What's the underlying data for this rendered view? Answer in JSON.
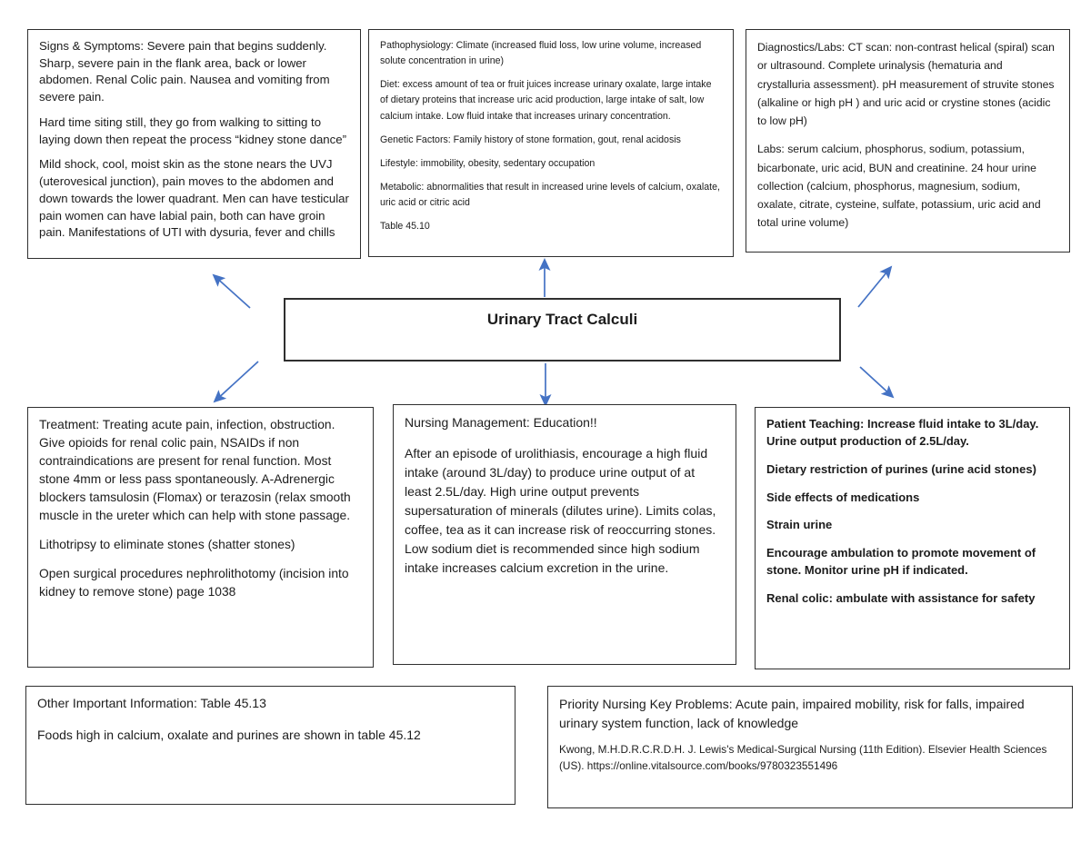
{
  "title": "Urinary Tract Calculi",
  "colors": {
    "arrow": "#4472c4",
    "border": "#2f2f2f",
    "background": "#ffffff"
  },
  "boxes": {
    "signs_symptoms": {
      "paragraphs": [
        "Signs & Symptoms: Severe pain that begins suddenly. Sharp, severe pain in the flank area, back or lower abdomen. Renal Colic pain. Nausea and vomiting from severe pain.",
        "Hard time siting still, they go from walking to sitting to laying down then repeat the process “kidney stone dance”",
        "Mild shock, cool, moist skin as the stone nears the UVJ (uterovesical junction), pain moves to the abdomen and down towards the lower quadrant. Men can have testicular pain women can have labial pain, both can have groin pain. Manifestations of UTI with dysuria, fever and chills"
      ]
    },
    "pathophysiology": {
      "paragraphs": [
        "Pathophysiology: Climate (increased fluid loss, low urine volume, increased solute concentration in urine)",
        "Diet: excess amount of tea or fruit juices increase urinary oxalate, large intake of dietary proteins that increase uric acid production, large intake of salt, low calcium intake. Low fluid intake that increases urinary concentration.",
        "Genetic Factors: Family history of stone formation, gout, renal acidosis",
        "Lifestyle: immobility, obesity, sedentary occupation",
        "Metabolic: abnormalities that result in increased urine levels of calcium, oxalate, uric acid or citric acid",
        "Table 45.10"
      ]
    },
    "diagnostics": {
      "paragraphs": [
        "Diagnostics/Labs: CT scan: non-contrast helical (spiral) scan or ultrasound.  Complete urinalysis (hematuria and crystalluria assessment).  pH measurement of struvite stones (alkaline or high pH ) and uric acid or crystine stones (acidic to low pH)",
        "Labs: serum calcium, phosphorus, sodium, potassium, bicarbonate, uric acid, BUN and creatinine. 24 hour urine collection (calcium, phosphorus, magnesium, sodium, oxalate, citrate, cysteine, sulfate, potassium, uric acid and total urine volume)"
      ]
    },
    "treatment": {
      "paragraphs": [
        "Treatment: Treating acute pain, infection, obstruction. Give opioids for renal colic pain, NSAIDs if non contraindications are present for renal function. Most stone 4mm or less pass spontaneously. A-Adrenergic blockers tamsulosin (Flomax) or terazosin (relax smooth muscle in the ureter which can help with stone passage.",
        "Lithotripsy to eliminate stones (shatter stones)",
        "Open surgical procedures nephrolithotomy (incision into kidney to remove stone) page 1038"
      ]
    },
    "nursing_management": {
      "paragraphs": [
        "Nursing Management: Education!!",
        "After an episode of urolithiasis, encourage a high fluid intake (around 3L/day) to produce urine output of at least 2.5L/day.  High urine output prevents supersaturation of minerals (dilutes urine). Limits colas, coffee, tea as it can increase risk of reoccurring stones. Low sodium diet is recommended since high sodium intake increases calcium excretion in the urine."
      ]
    },
    "patient_teaching": {
      "paragraphs": [
        "Patient Teaching: Increase fluid intake to 3L/day. Urine output production of 2.5L/day.",
        "Dietary restriction of purines (urine acid stones)",
        "Side effects of medications",
        "Strain urine",
        "Encourage ambulation to promote movement of stone. Monitor urine pH if indicated.",
        "Renal colic: ambulate with assistance for safety"
      ]
    },
    "other_info": {
      "paragraphs": [
        "Other Important Information: Table 45.13",
        "Foods high in calcium, oxalate and purines are shown in table 45.12"
      ]
    },
    "priority_problems": {
      "paragraphs": [
        "Priority Nursing Key Problems: Acute pain, impaired mobility, risk for falls, impaired urinary system function, lack of knowledge"
      ],
      "citation": "Kwong, M.H.D.R.C.R.D.H. J. Lewis's Medical-Surgical Nursing (11th Edition). Elsevier Health Sciences (US). https://online.vitalsource.com/books/9780323551496"
    }
  },
  "edges": [
    {
      "from": "urinary-tract-calculi",
      "to": "signs-symptoms"
    },
    {
      "from": "urinary-tract-calculi",
      "to": "pathophysiology"
    },
    {
      "from": "urinary-tract-calculi",
      "to": "diagnostics-labs"
    },
    {
      "from": "urinary-tract-calculi",
      "to": "treatment"
    },
    {
      "from": "urinary-tract-calculi",
      "to": "nursing-management"
    },
    {
      "from": "urinary-tract-calculi",
      "to": "patient-teaching"
    }
  ]
}
